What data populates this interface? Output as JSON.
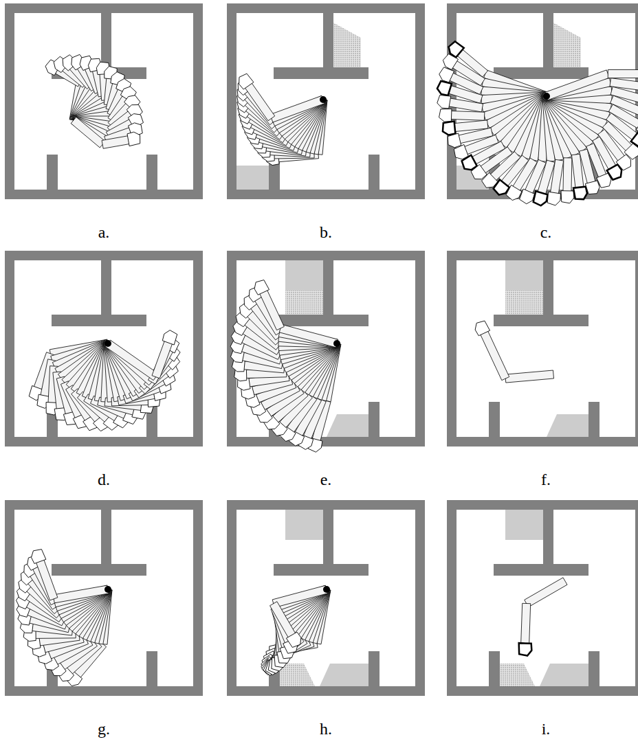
{
  "diagram": {
    "labels": [
      "a.",
      "b.",
      "c.",
      "d.",
      "e.",
      "f.",
      "g.",
      "h.",
      "i."
    ]
  }
}
